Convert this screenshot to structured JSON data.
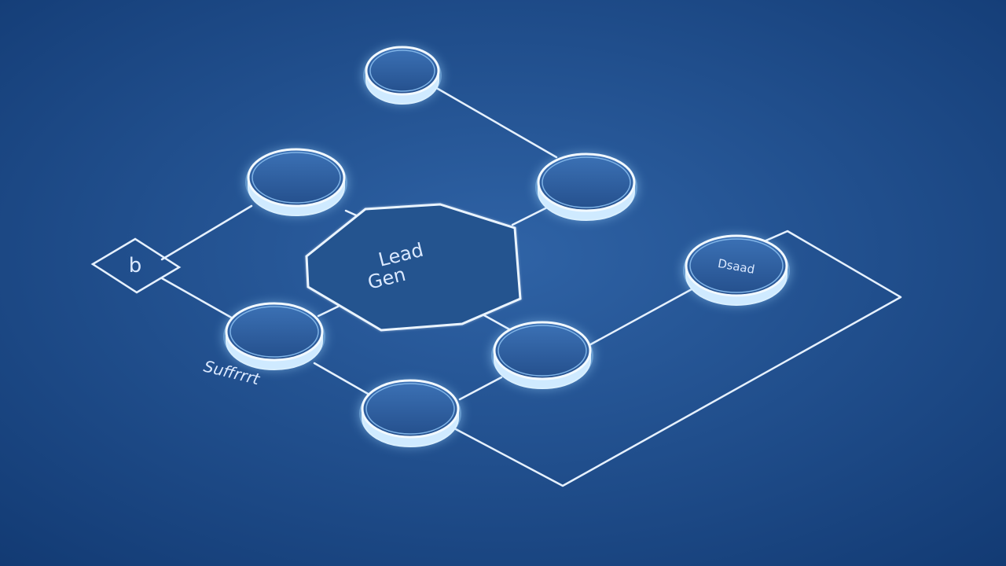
{
  "diagram": {
    "colors": {
      "background_center": "#2f63a6",
      "background_edge": "#123a73",
      "line": "#e6f1ff",
      "node_fill": "#2a5a98",
      "node_rim": "#d9efff",
      "glow": "#9fd6ff"
    },
    "hub": {
      "label_line1": "Lead",
      "label_line2": "Gen",
      "shape": "octagon"
    },
    "nodes": [
      {
        "id": "node-top",
        "label": ""
      },
      {
        "id": "node-upper-left",
        "label": ""
      },
      {
        "id": "node-upper-right",
        "label": ""
      },
      {
        "id": "node-right",
        "label": "Dsaad"
      },
      {
        "id": "node-lower-left",
        "label": ""
      },
      {
        "id": "node-lower-middle",
        "label": ""
      },
      {
        "id": "node-bottom",
        "label": ""
      }
    ],
    "side_box": {
      "icon": "b"
    },
    "caption": "Suffrrrt"
  }
}
